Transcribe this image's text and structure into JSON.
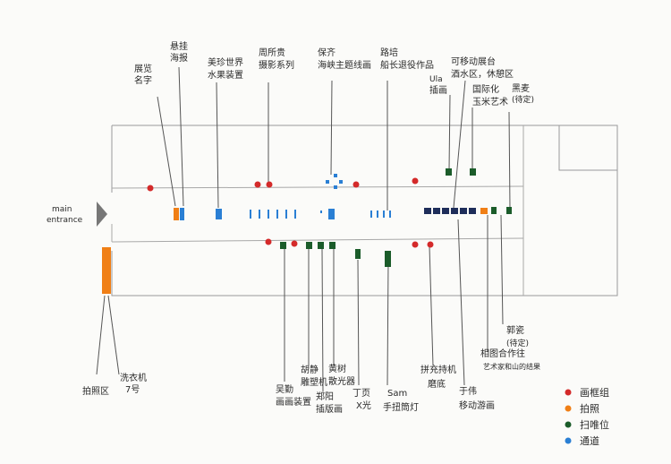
{
  "entrance": {
    "label_line1": "main",
    "label_line2": "entrance"
  },
  "top_labels": [
    {
      "lines": [
        "展览",
        "名字"
      ]
    },
    {
      "lines": [
        "悬挂",
        "海报"
      ]
    },
    {
      "lines": [
        "美珍世界",
        "水果装置"
      ]
    },
    {
      "lines": [
        "周所贵",
        "摄影系列"
      ]
    },
    {
      "lines": [
        "保齐",
        "海峡主题线画"
      ]
    },
    {
      "lines": [
        "路培",
        "船长退役作品"
      ]
    },
    {
      "lines": [
        "可移动展台",
        "酒水区，休憩区"
      ]
    },
    {
      "lines": [
        "Ula",
        "插画"
      ]
    },
    {
      "lines": [
        "国际化",
        "玉米艺术"
      ]
    },
    {
      "lines": [
        "黑麦",
        "(待定)"
      ]
    }
  ],
  "bottom_labels": [
    {
      "lines": [
        "拍照区"
      ]
    },
    {
      "lines": [
        "洗衣机",
        "7号"
      ]
    },
    {
      "lines": [
        "吴勤",
        "画画装置"
      ]
    },
    {
      "lines": [
        "胡静",
        "雕塑机"
      ]
    },
    {
      "lines": [
        "郑阳",
        "插版画"
      ]
    },
    {
      "lines": [
        "黄树",
        "散光器"
      ]
    },
    {
      "lines": [
        "丁页",
        "X光"
      ]
    },
    {
      "lines": [
        "Sam",
        "手扭筒灯"
      ]
    },
    {
      "lines": [
        "拼充持机",
        "磨底"
      ]
    },
    {
      "lines": [
        "于伟",
        "移动游画"
      ]
    },
    {
      "lines": [
        "相图合作往",
        "艺术家和山的结果"
      ]
    },
    {
      "lines": [
        "郭瓷",
        "(待定)"
      ]
    }
  ],
  "legend": [
    {
      "label": "画框组",
      "color": "#d42a2a"
    },
    {
      "label": "拍照",
      "color": "#f07f16"
    },
    {
      "label": "扫唯位",
      "color": "#1b5c2a"
    },
    {
      "label": "通道",
      "color": "#2a7fd4"
    }
  ]
}
